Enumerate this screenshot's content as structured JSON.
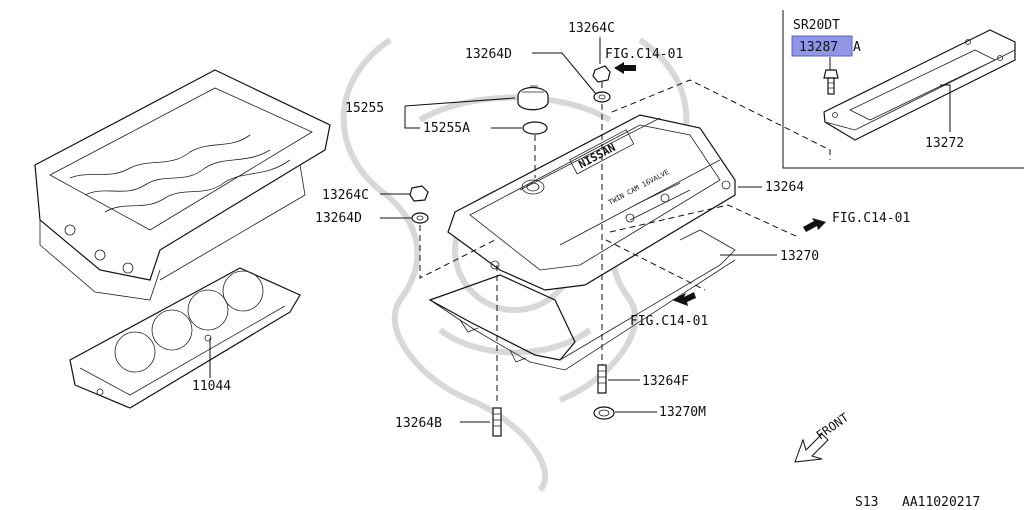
{
  "labels": {
    "p13264C_top": "13264C",
    "fig_top": "FIG.C14-01",
    "p13264D_top": "13264D",
    "p15255": "15255",
    "p15255A": "15255A",
    "p13264C_left": "13264C",
    "p13264D_left": "13264D",
    "p13264": "13264",
    "fig_right": "FIG.C14-01",
    "p13270": "13270",
    "fig_bottom": "FIG.C14-01",
    "p11044": "11044",
    "p13264F": "13264F",
    "p13264B": "13264B",
    "p13270M": "13270M",
    "front": "FRONT"
  },
  "inset": {
    "engine": "SR20DT",
    "highlighted_part": "13287",
    "highlighted_suffix": "A",
    "p13272": "13272"
  },
  "cover_text": {
    "brand": "NISSAN",
    "engine_text": "TWIN CAM 16VALVE"
  },
  "footer": {
    "model": "S13",
    "code": "AA11020217"
  },
  "colors": {
    "highlight": "#8f96e6",
    "ink": "#111111",
    "watermark": "#d8d8d8"
  }
}
